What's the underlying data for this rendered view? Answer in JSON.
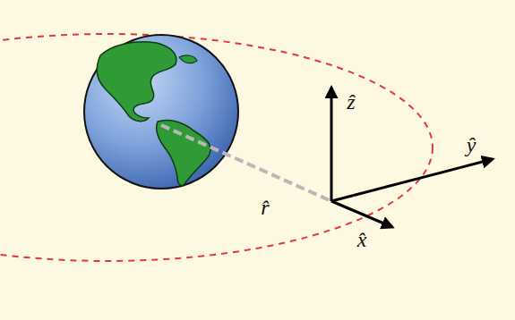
{
  "diagram": {
    "labels": [
      "ẑ",
      "ŷ",
      "r̂",
      "x̂"
    ]
  }
}
